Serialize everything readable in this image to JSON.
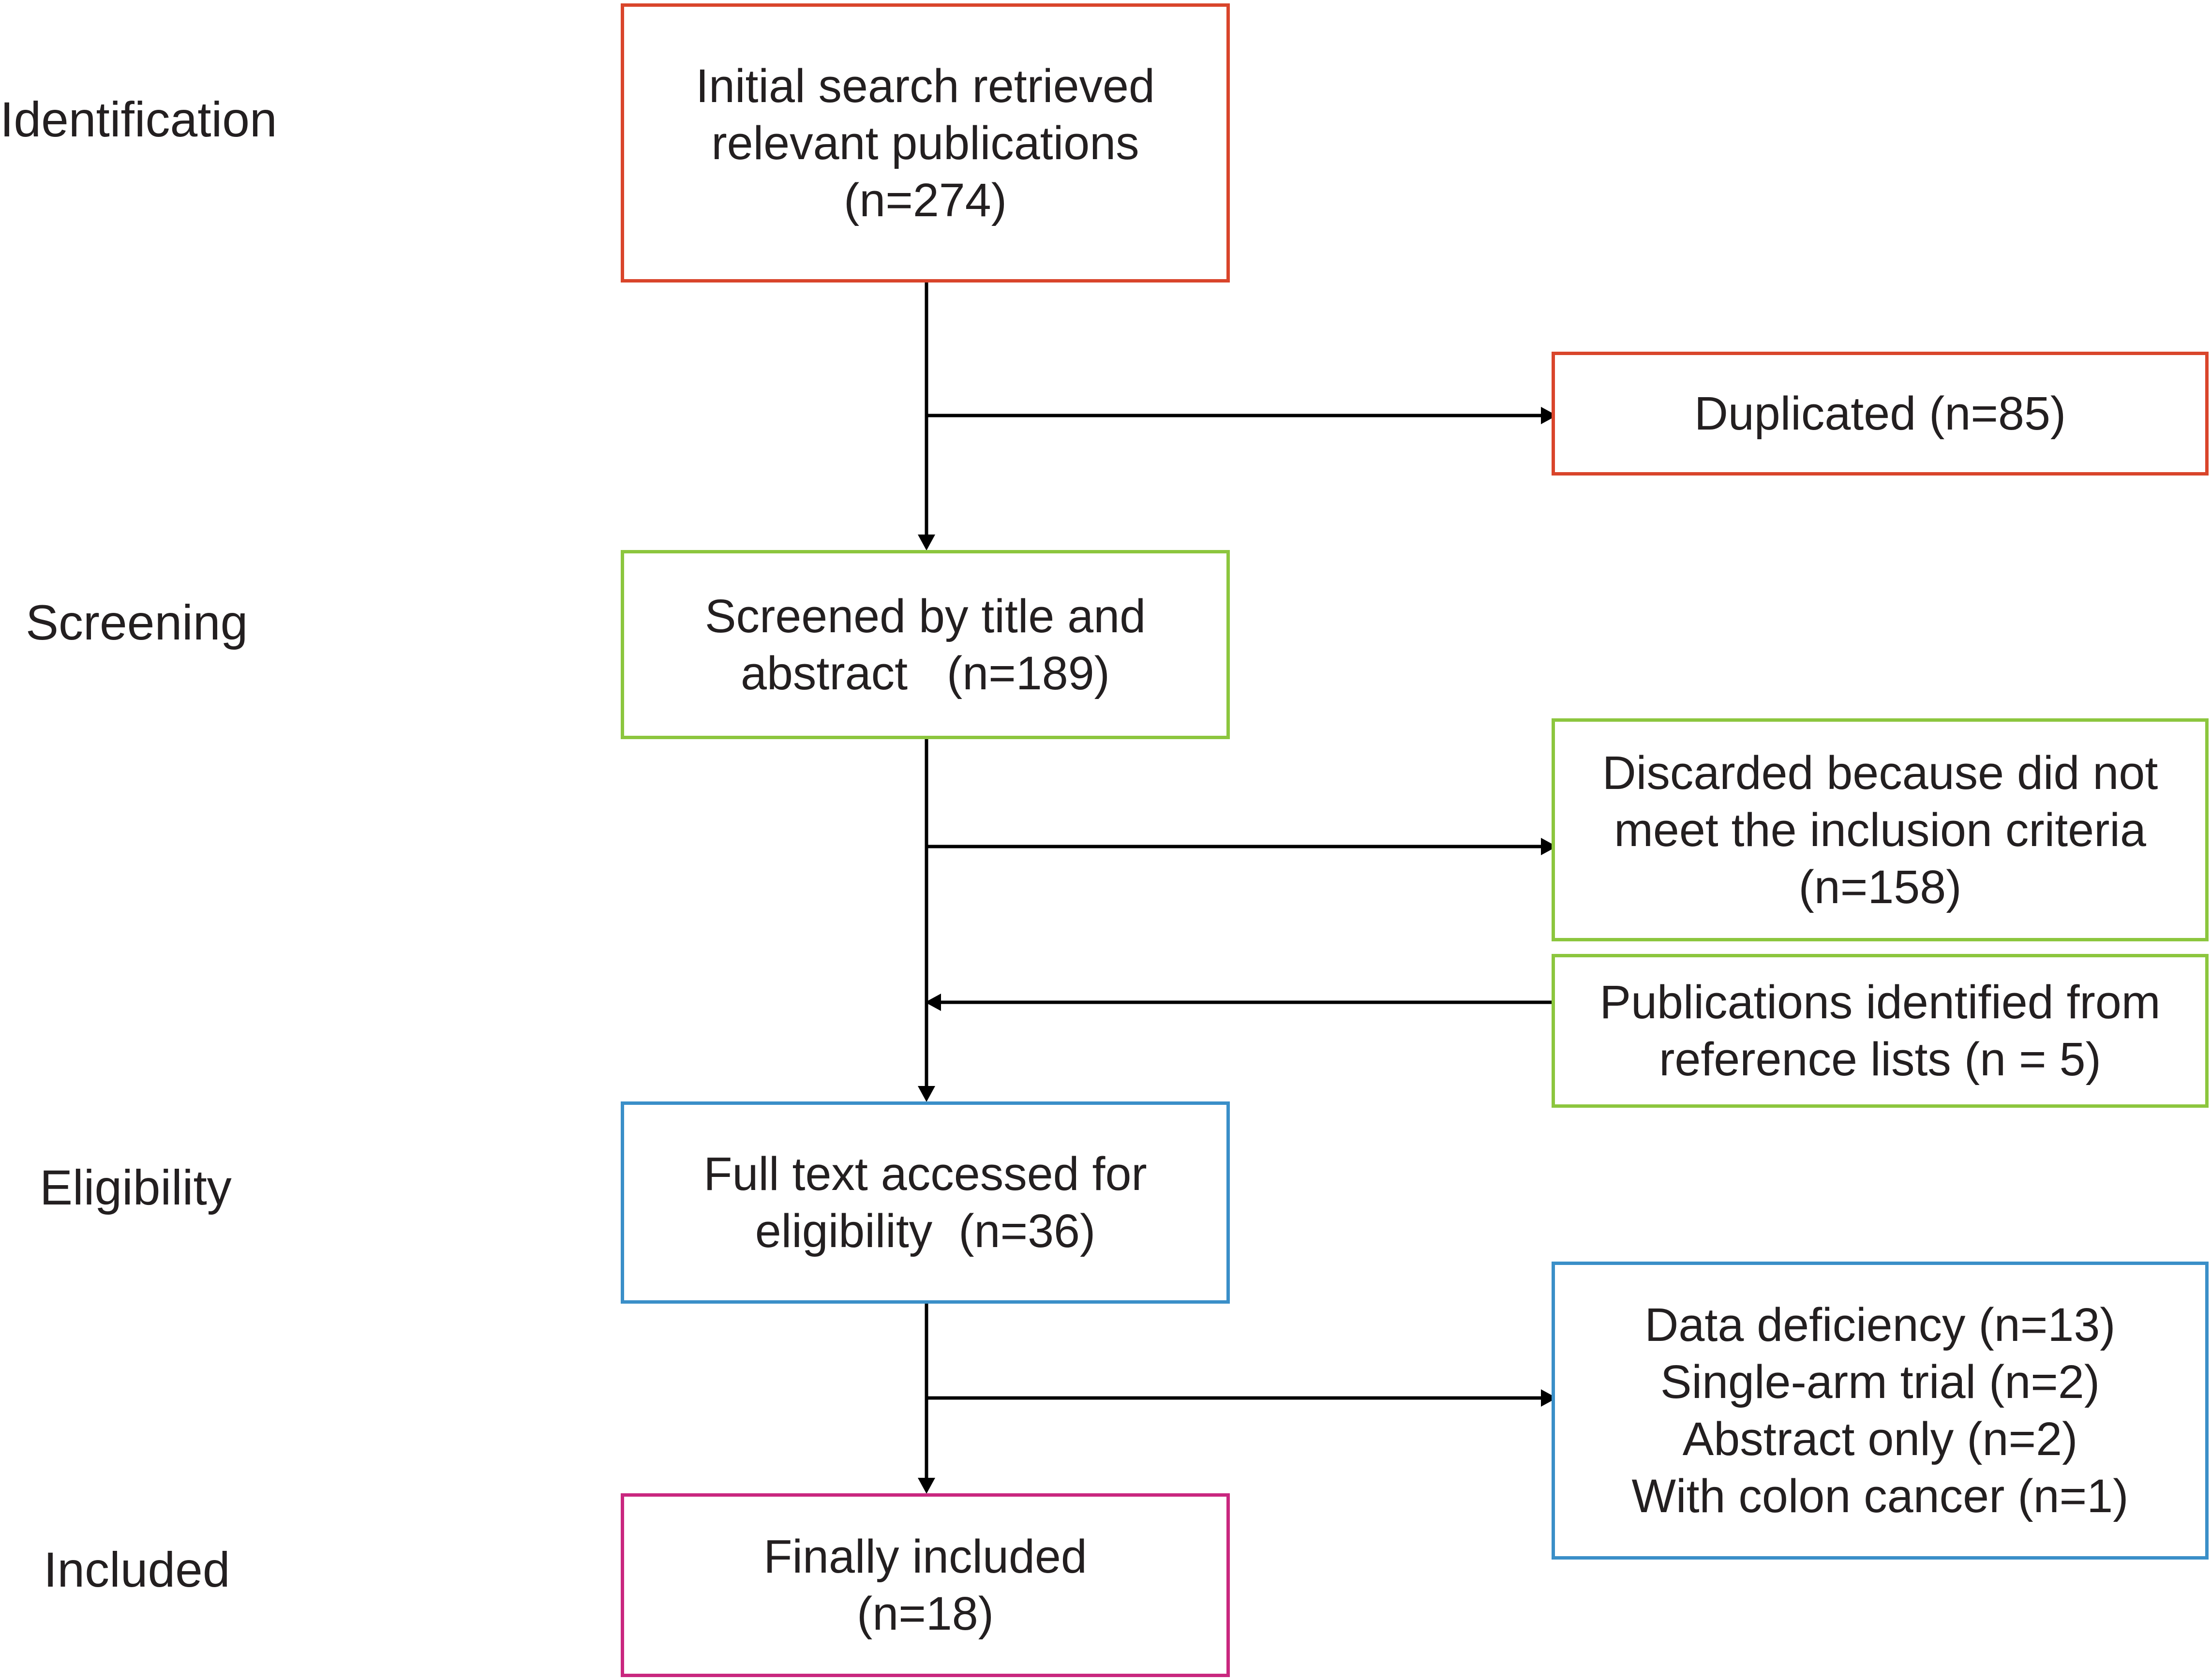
{
  "stages": {
    "identification": "Identification",
    "screening": "Screening",
    "eligibility": "Eligibility",
    "included": "Included"
  },
  "boxes": {
    "initial_search": {
      "lines": [
        "Initial search retrieved",
        "relevant publications",
        "(n=274)"
      ],
      "color": "#d9452b"
    },
    "duplicated": {
      "lines": [
        "Duplicated (n=85)"
      ],
      "color": "#d9452b"
    },
    "screened": {
      "lines": [
        "Screened by title and",
        "abstract   (n=189)"
      ],
      "color": "#8cc63e"
    },
    "discarded": {
      "lines": [
        "Discarded because did not",
        "meet the inclusion criteria",
        "(n=158)"
      ],
      "color": "#8cc63e"
    },
    "reference_lists": {
      "lines": [
        "Publications identified from",
        "reference lists (n = 5)"
      ],
      "color": "#8cc63e"
    },
    "full_text": {
      "lines": [
        "Full text accessed for",
        "eligibility  (n=36)"
      ],
      "color": "#3a8fc8"
    },
    "excluded_reasons": {
      "lines": [
        "Data deficiency (n=13)",
        "Single-arm trial (n=2)",
        "Abstract only (n=2)",
        "With colon cancer (n=1)"
      ],
      "color": "#3a8fc8"
    },
    "finally_included": {
      "lines": [
        "Finally included",
        "(n=18)"
      ],
      "color": "#c9277f"
    }
  }
}
